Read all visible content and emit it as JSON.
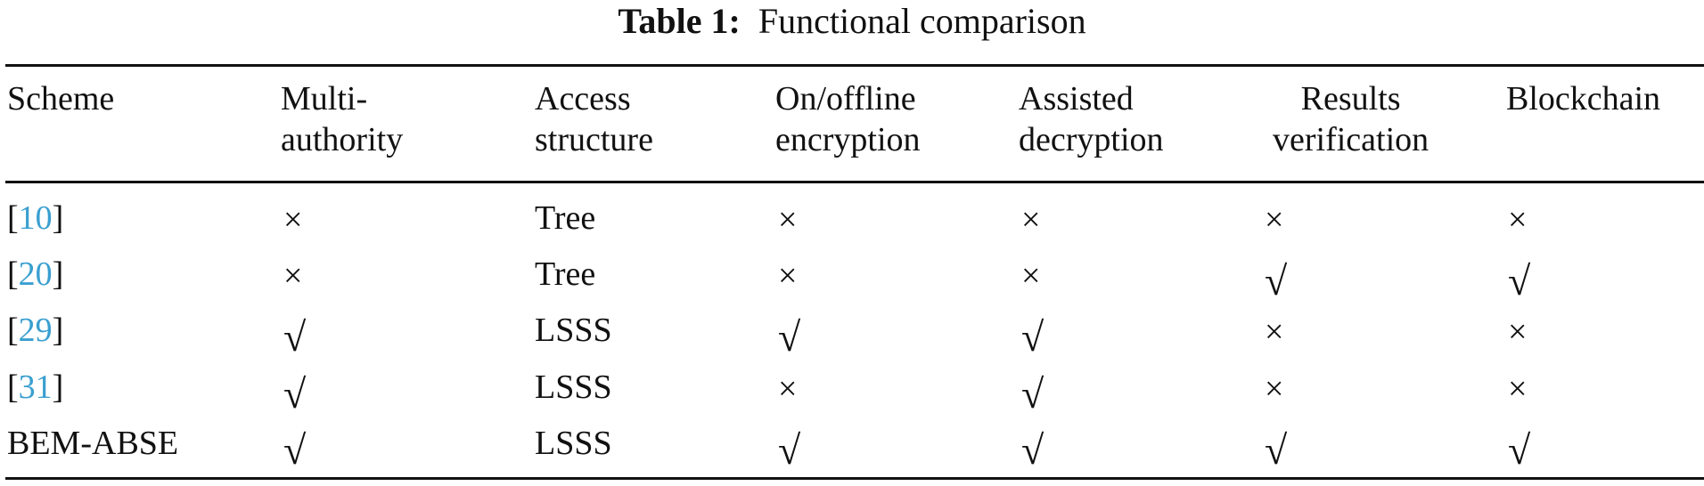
{
  "caption": {
    "label": "Table 1:",
    "text": "Functional comparison"
  },
  "table": {
    "headers": [
      {
        "line1": "Scheme",
        "line2": ""
      },
      {
        "line1": "Multi-",
        "line2": "authority"
      },
      {
        "line1": "Access",
        "line2": "structure"
      },
      {
        "line1": "On/offline",
        "line2": "encryption"
      },
      {
        "line1": "Assisted",
        "line2": "decryption"
      },
      {
        "line1": "Results",
        "line2": "verification"
      },
      {
        "line1": "Blockchain",
        "line2": ""
      }
    ],
    "rows": [
      {
        "scheme_open": "[",
        "scheme_ref": "10",
        "scheme_close": "]",
        "scheme_plain": "",
        "multi_authority": "×",
        "access_structure": "Tree",
        "onoffline_encryption": "×",
        "assisted_decryption": "×",
        "results_verification": "×",
        "blockchain": "×"
      },
      {
        "scheme_open": "[",
        "scheme_ref": "20",
        "scheme_close": "]",
        "scheme_plain": "",
        "multi_authority": "×",
        "access_structure": "Tree",
        "onoffline_encryption": "×",
        "assisted_decryption": "×",
        "results_verification": "√",
        "blockchain": "√"
      },
      {
        "scheme_open": "[",
        "scheme_ref": "29",
        "scheme_close": "]",
        "scheme_plain": "",
        "multi_authority": "√",
        "access_structure": "LSSS",
        "onoffline_encryption": "√",
        "assisted_decryption": "√",
        "results_verification": "×",
        "blockchain": "×"
      },
      {
        "scheme_open": "[",
        "scheme_ref": "31",
        "scheme_close": "]",
        "scheme_plain": "",
        "multi_authority": "√",
        "access_structure": "LSSS",
        "onoffline_encryption": "×",
        "assisted_decryption": "√",
        "results_verification": "×",
        "blockchain": "×"
      },
      {
        "scheme_open": "",
        "scheme_ref": "",
        "scheme_close": "",
        "scheme_plain": "BEM-ABSE",
        "multi_authority": "√",
        "access_structure": "LSSS",
        "onoffline_encryption": "√",
        "assisted_decryption": "√",
        "results_verification": "√",
        "blockchain": "√"
      }
    ]
  },
  "colors": {
    "reference_link": "#3a9fd0",
    "text": "#111111"
  }
}
